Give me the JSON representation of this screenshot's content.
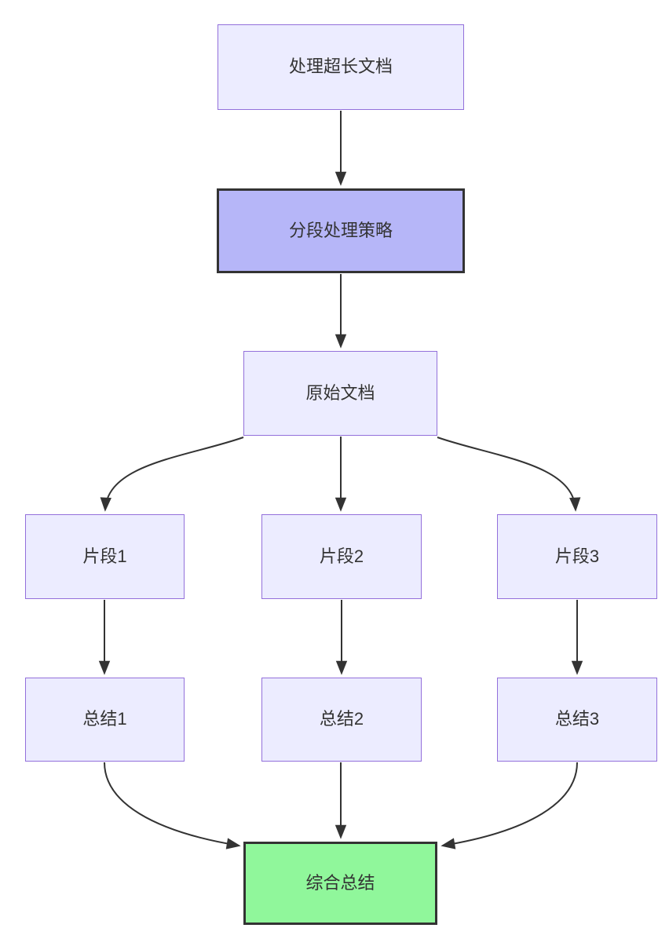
{
  "diagram": {
    "type": "flowchart",
    "direction": "top-down",
    "nodes": {
      "a": {
        "id": "A",
        "label": "处理超长文档",
        "style": "default"
      },
      "b": {
        "id": "B",
        "label": "分段处理策略",
        "style": "highlight"
      },
      "c": {
        "id": "C",
        "label": "原始文档",
        "style": "default"
      },
      "d1": {
        "id": "D1",
        "label": "片段1",
        "style": "default"
      },
      "d2": {
        "id": "D2",
        "label": "片段2",
        "style": "default"
      },
      "d3": {
        "id": "D3",
        "label": "片段3",
        "style": "default"
      },
      "s1": {
        "id": "S1",
        "label": "总结1",
        "style": "default"
      },
      "s2": {
        "id": "S2",
        "label": "总结2",
        "style": "default"
      },
      "s3": {
        "id": "S3",
        "label": "总结3",
        "style": "default"
      },
      "k": {
        "id": "K",
        "label": "综合总结",
        "style": "success"
      }
    },
    "edges": [
      {
        "from": "处理超长文档",
        "to": "分段处理策略"
      },
      {
        "from": "分段处理策略",
        "to": "原始文档"
      },
      {
        "from": "原始文档",
        "to": "片段1"
      },
      {
        "from": "原始文档",
        "to": "片段2"
      },
      {
        "from": "原始文档",
        "to": "片段3"
      },
      {
        "from": "片段1",
        "to": "总结1"
      },
      {
        "from": "片段2",
        "to": "总结2"
      },
      {
        "from": "片段3",
        "to": "总结3"
      },
      {
        "from": "总结1",
        "to": "综合总结"
      },
      {
        "from": "总结2",
        "to": "综合总结"
      },
      {
        "from": "总结3",
        "to": "综合总结"
      }
    ],
    "colors": {
      "node-fill": "#ECECFF",
      "node-border": "#9370DB",
      "highlight-fill": "#B6B6F8",
      "highlight-border": "#333333",
      "success-fill": "#90F79B",
      "success-border": "#333333",
      "edge": "#333333",
      "text": "#333333",
      "background": "#FFFFFF"
    }
  }
}
